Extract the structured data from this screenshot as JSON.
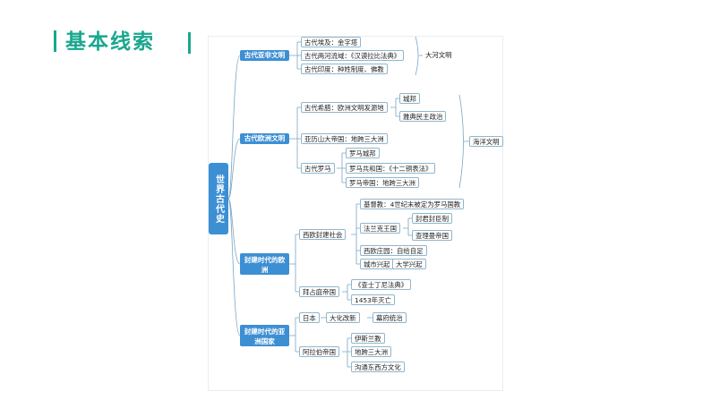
{
  "page": {
    "title": "基本线索"
  },
  "root": "世界古代史",
  "categories": {
    "asia_africa": "古代亚非文明",
    "europe": "古代欧洲文明",
    "feudal_europe": "封建时代的欧洲",
    "feudal_asia": "封建时代的亚洲国家"
  },
  "nodes": {
    "egypt": "古代埃及：金字塔",
    "mesopotamia": "古代两河流域：《汉谟拉比法典》",
    "india": "古代印度：种姓制度、佛教",
    "river": "大河文明",
    "greece": "古代希腊：欧洲文明发源地",
    "city_state": "城邦",
    "athens": "雅典民主政治",
    "alexander": "亚历山大帝国：地跨三大洲",
    "rome": "古代罗马",
    "rome_city": "罗马城邦",
    "rome_republic": "罗马共和国：《十二铜表法》",
    "rome_empire": "罗马帝国：地跨三大洲",
    "ocean": "海洋文明",
    "west_feudal": "西欧封建社会",
    "christianity": "基督教：4世纪末被定为罗马国教",
    "frankish": "法兰克王国",
    "fief": "封君封臣制",
    "charlemagne": "查理曼帝国",
    "manor": "西欧庄园：自给自足",
    "city_rise": "城市兴起",
    "univ": "大学兴起",
    "byzantine": "拜占庭帝国",
    "justinian": "《查士丁尼法典》",
    "fall1453": "1453年灭亡",
    "japan": "日本",
    "taika": "大化改新",
    "shogunate": "幕府统治",
    "arab": "阿拉伯帝国",
    "islam": "伊斯兰教",
    "three_continents": "地跨三大洲",
    "east_west": "沟通东西方文化"
  }
}
